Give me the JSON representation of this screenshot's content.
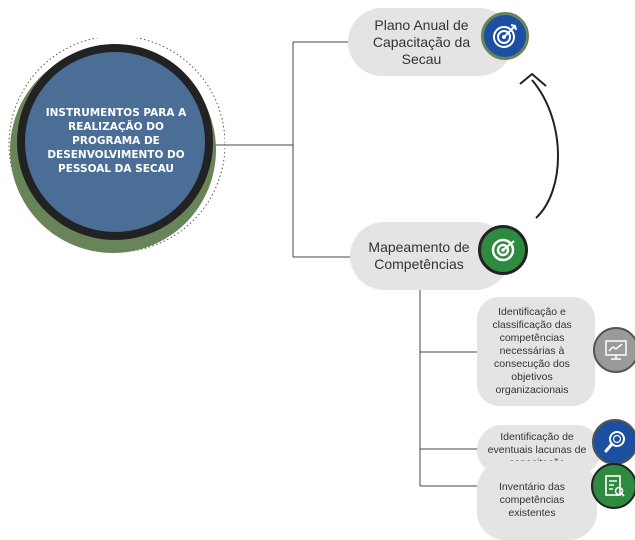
{
  "center": {
    "title": "INSTRUMENTOS PARA A\nREALIZAÇÃO DO\nPROGRAMA DE\nDESENVOLVIMENTO DO\nPESSOAL DA SECAU"
  },
  "nodes": {
    "plano": {
      "label": "Plano Anual de\nCapacitação da\nSecau",
      "icon": "target-icon"
    },
    "mapeamento": {
      "label": "Mapeamento de\nCompetências",
      "icon": "target-icon"
    },
    "identificacao_classificacao": {
      "label": "Identificação e\nclassificação das\ncompetências\nnecessárias à\nconsecução dos\nobjetivos\norganizacionais",
      "icon": "monitor-chart-icon"
    },
    "lacunas": {
      "label": "Identificação de\neventuais lacunas de\ncapacitação",
      "icon": "magnifier-icon"
    },
    "inventario": {
      "label": "Inventário das\ncompetências\nexistentes",
      "icon": "checklist-icon"
    }
  },
  "colors": {
    "center_fill": "#4a6e96",
    "center_ring": "#222222",
    "center_outer": "#6a8459",
    "pill_bg": "#e4e4e4",
    "blue_icon": "#1d4fa0",
    "green_icon": "#2d8a3e",
    "gray_icon": "#9a9a9a"
  }
}
